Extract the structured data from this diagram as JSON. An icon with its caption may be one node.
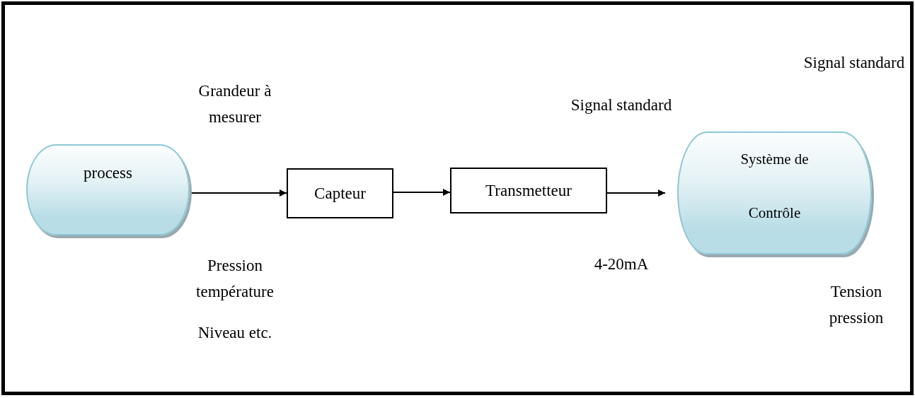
{
  "diagram": {
    "nodes": [
      {
        "text": [
          "process"
        ]
      },
      {
        "text": [
          "Capteur"
        ]
      },
      {
        "text": [
          "Transmetteur"
        ]
      },
      {
        "text": [
          "Système de Contrôle"
        ]
      }
    ],
    "edges": [
      {
        "from": 0,
        "to": 1,
        "arrow": "to"
      },
      {
        "from": 1,
        "to": 2,
        "arrow": "to"
      },
      {
        "from": 2,
        "to": 3,
        "arrow": "to"
      }
    ],
    "labels": [
      "Signal standard",
      "Grandeur à mesurer",
      "Signal standard",
      "Pression température",
      "4-20mA",
      "Tension pression",
      "Niveau etc."
    ]
  }
}
